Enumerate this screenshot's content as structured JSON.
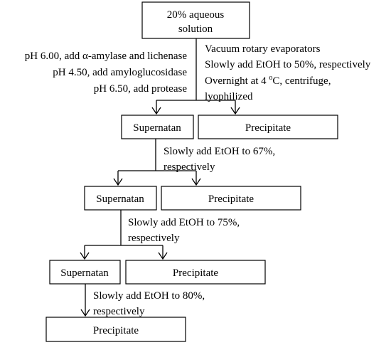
{
  "start": {
    "line1": "20% aqueous",
    "line2": "solution"
  },
  "enzyme_steps": [
    "pH 6.00, add α-amylase and lichenase",
    "pH 4.50, add amyloglucosidase",
    "pH 6.50, add protease"
  ],
  "first_step": {
    "line1": "Vacuum rotary evaporators",
    "line2": "Slowly add EtOH to 50%, respectively",
    "line3_before": "Overnight at 4 ",
    "line3_sup": "o",
    "line3_after": "C, centrifuge,",
    "line4": "lyophilized"
  },
  "stages": [
    {
      "supernatant": "Supernatan",
      "precipitate": "Precipitate",
      "next_step_line1": "Slowly add EtOH to 67%,",
      "next_step_line2": "respectively"
    },
    {
      "supernatant": "Supernatan",
      "precipitate": "Precipitate",
      "next_step_line1": "Slowly add EtOH to 75%,",
      "next_step_line2": "respectively"
    },
    {
      "supernatant": "Supernatan",
      "precipitate": "Precipitate",
      "next_step_line1": "Slowly add EtOH to 80%,",
      "next_step_line2": "respectively"
    }
  ],
  "final": {
    "precipitate": "Precipitate"
  }
}
